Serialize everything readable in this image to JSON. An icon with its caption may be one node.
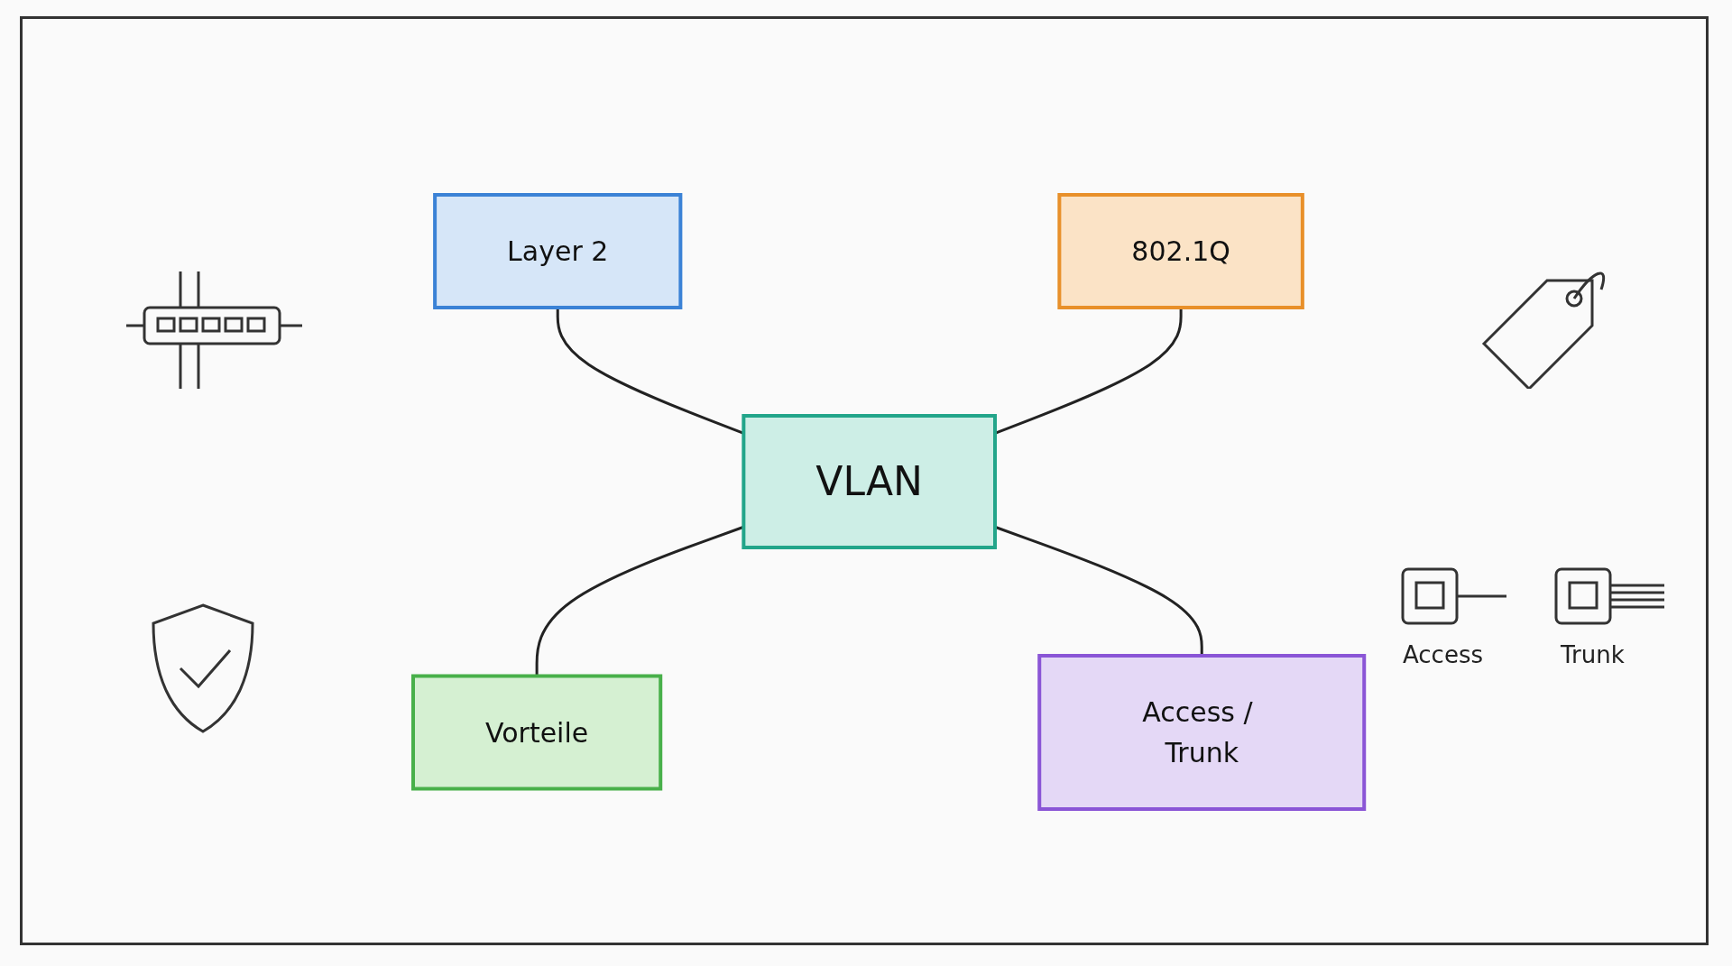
{
  "diagram": {
    "nodes": [
      {
        "text": [
          "Layer 2"
        ]
      },
      {
        "text": [
          "802.1Q"
        ]
      },
      {
        "text": [
          "VLAN"
        ]
      },
      {
        "text": [
          "Vorteile"
        ]
      },
      {
        "text": [
          "Access / Trunk"
        ]
      }
    ],
    "edges": [
      {
        "from": 0,
        "to": 2,
        "arrow": "none"
      },
      {
        "from": 1,
        "to": 2,
        "arrow": "none"
      },
      {
        "from": 2,
        "to": 3,
        "arrow": "none"
      },
      {
        "from": 2,
        "to": 4,
        "arrow": "none"
      }
    ],
    "labels": [
      "Access",
      "Trunk"
    ]
  }
}
